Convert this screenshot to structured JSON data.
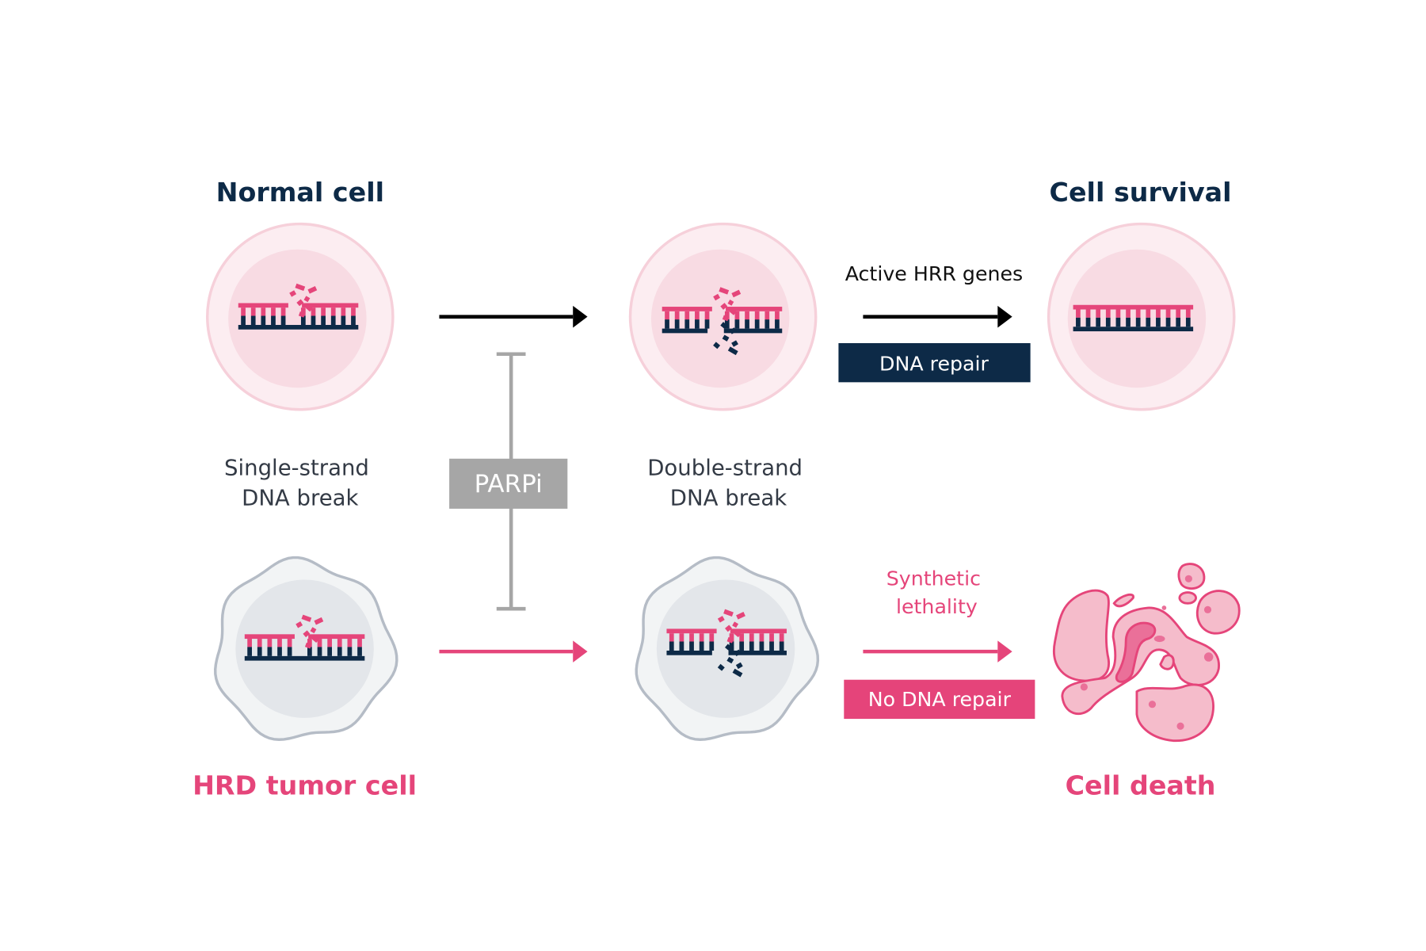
{
  "titles": {
    "normal_cell": "Normal cell",
    "cell_survival": "Cell survival",
    "hrd_tumor_cell": "HRD tumor cell",
    "cell_death": "Cell death"
  },
  "labels": {
    "single_strand": [
      "Single-strand",
      "DNA break"
    ],
    "double_strand": [
      "Double-strand",
      "DNA break"
    ],
    "active_hrr": "Active HRR genes",
    "synthetic_lethality": [
      "Synthetic",
      "lethality"
    ],
    "parpi": "PARPi",
    "dna_repair": "DNA repair",
    "no_dna_repair": "No DNA repair"
  },
  "colors": {
    "navy": "#0d2a47",
    "pink": "#e5457a",
    "gray": "#a6a6a6",
    "cell_outer": "#fcedf1",
    "cell_inner": "#f8dbe3",
    "tumor_outer": "#f2f4f5",
    "tumor_inner": "#e3e6ea",
    "death_fill": "#f5bccb"
  }
}
